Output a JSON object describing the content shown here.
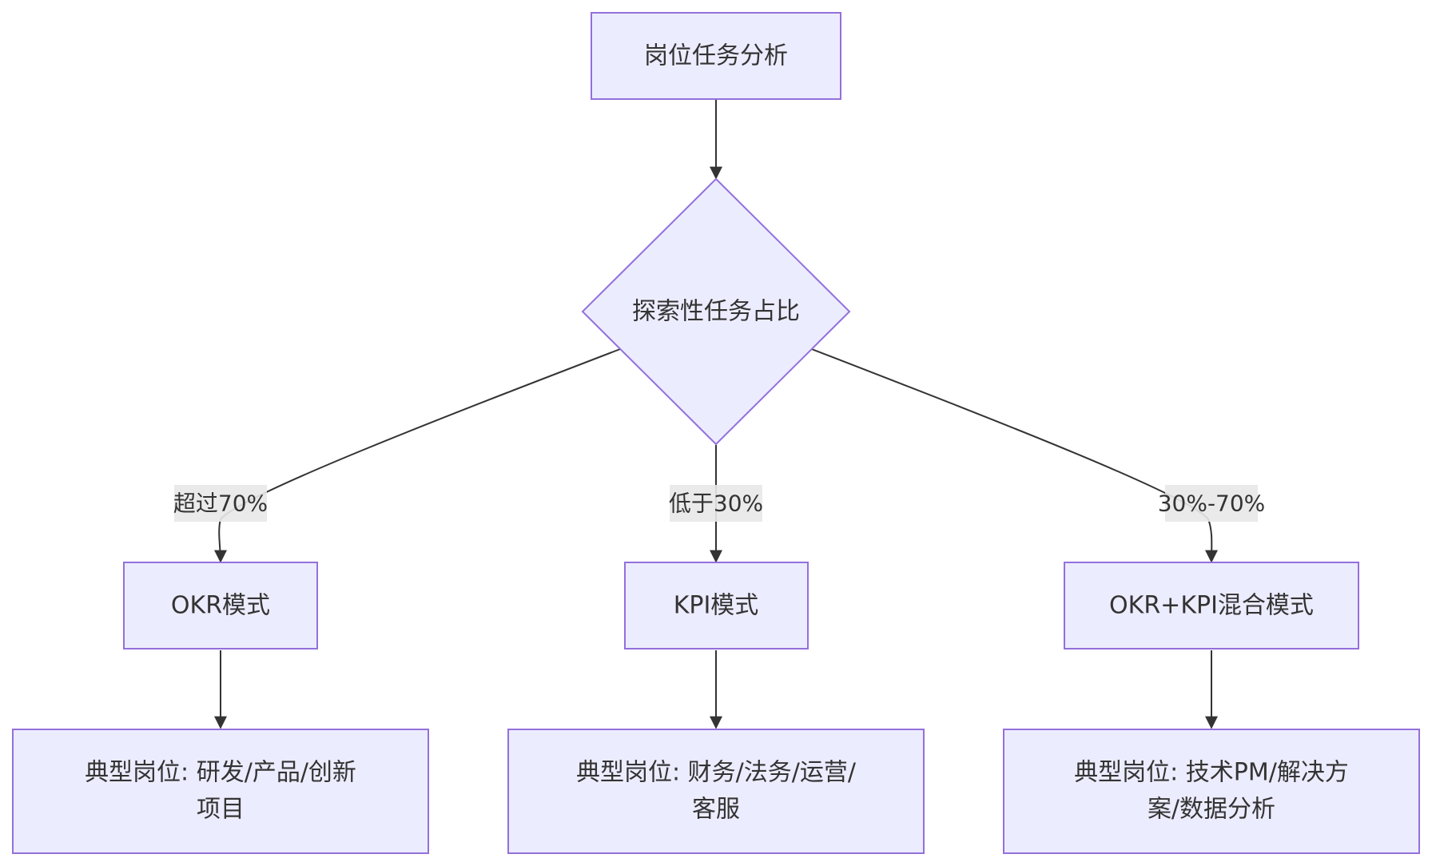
{
  "nodes": {
    "root": {
      "label": "岗位任务分析"
    },
    "decision": {
      "label": "探索性任务占比"
    },
    "okr": {
      "label": "OKR模式"
    },
    "kpi": {
      "label": "KPI模式"
    },
    "mixed": {
      "label": "OKR+KPI混合模式"
    },
    "okr_jobs": {
      "lines": [
        "典型岗位: 研发/产品/创新",
        "项目"
      ]
    },
    "kpi_jobs": {
      "lines": [
        "典型岗位: 财务/法务/运营/",
        "客服"
      ]
    },
    "mixed_jobs": {
      "lines": [
        "典型岗位: 技术PM/解决方",
        "案/数据分析"
      ]
    }
  },
  "edges": {
    "to_okr": {
      "label": "超过70%"
    },
    "to_kpi": {
      "label": "低于30%"
    },
    "to_mixed": {
      "label": "30%-70%"
    }
  },
  "colors": {
    "node_fill": "#ECECFF",
    "node_stroke": "#9370DB",
    "edge": "#333333",
    "label_bg": "#E8E8E8",
    "text": "#333333"
  }
}
